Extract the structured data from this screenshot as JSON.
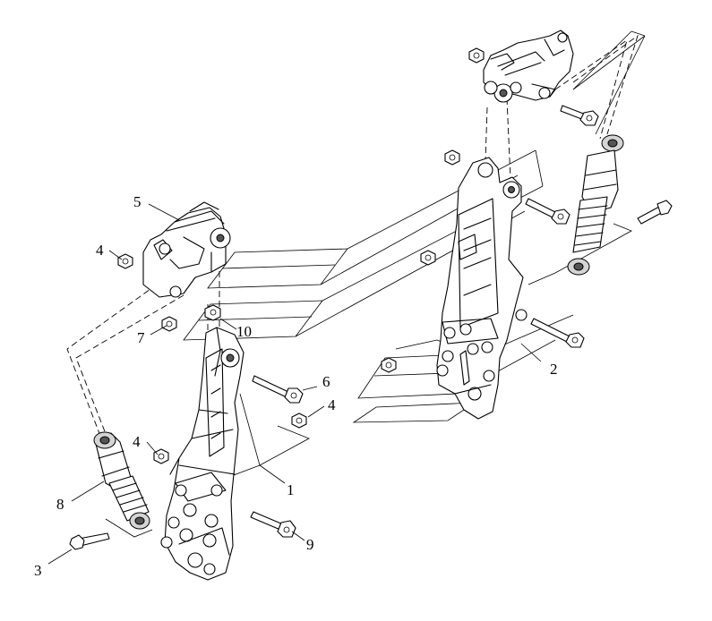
{
  "callouts": {
    "c1": "1",
    "c2": "2",
    "c3": "3",
    "c4a": "4",
    "c4b": "4",
    "c4c": "4",
    "c5": "5",
    "c6": "6",
    "c7": "7",
    "c8": "8",
    "c9": "9",
    "c10": "10"
  }
}
